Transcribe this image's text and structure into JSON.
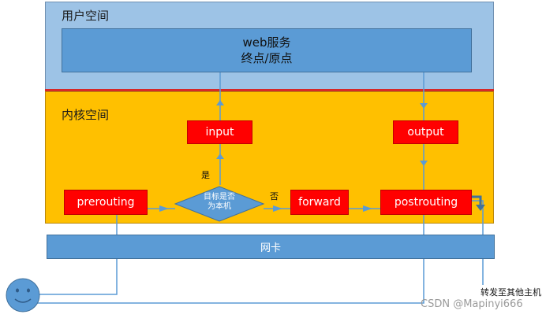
{
  "zones": {
    "user_space": "用户空间",
    "kernel_space": "内核空间"
  },
  "web_service": {
    "line1": "web服务",
    "line2": "终点/原点"
  },
  "nodes": {
    "input": "input",
    "output": "output",
    "prerouting": "prerouting",
    "decision_line1": "目标是否",
    "decision_line2": "为本机",
    "forward": "forward",
    "postrouting": "postrouting",
    "nic": "网卡"
  },
  "edge_labels": {
    "yes": "是",
    "no": "否",
    "forward_other": "转发至其他主机"
  },
  "watermark": "CSDN @Mapinyi666",
  "colors": {
    "user_zone": "#9dc3e6",
    "kernel_zone": "#ffc000",
    "chain_box": "#ff0000",
    "nic": "#5b9bd5",
    "arrow": "#5b9bd5",
    "divider": "#d62828"
  }
}
